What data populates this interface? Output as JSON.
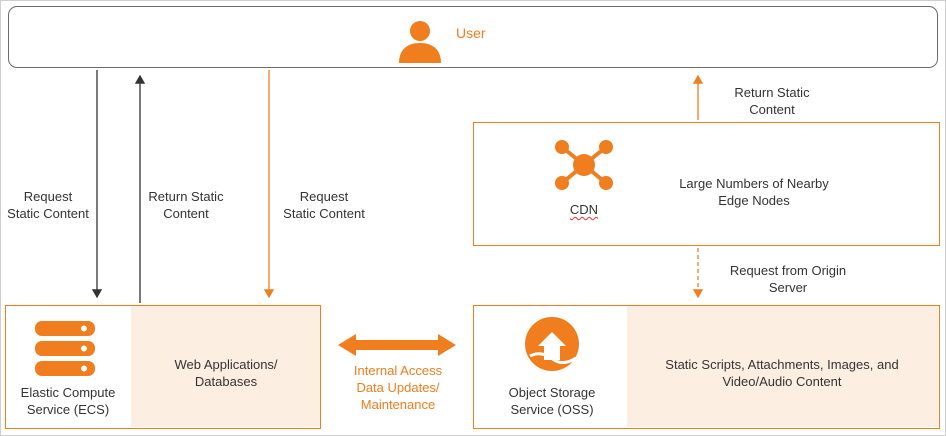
{
  "user": {
    "label": "User"
  },
  "arrows": {
    "ecs_request": [
      "Request",
      "Static Content"
    ],
    "ecs_return": [
      "Return Static",
      "Content"
    ],
    "oss_request": [
      "Request",
      "Static Content"
    ],
    "cdn_return": [
      "Return Static",
      "Content"
    ],
    "origin_request": [
      "Request from Origin",
      "Server"
    ],
    "internal": [
      "Internal Access",
      "Data Updates/",
      "Maintenance"
    ]
  },
  "cdn": {
    "label": "CDN",
    "description": [
      "Large Numbers of Nearby",
      "Edge Nodes"
    ]
  },
  "ecs": {
    "label": [
      "Elastic Compute",
      "Service (ECS)"
    ],
    "description": [
      "Web Applications/",
      "Databases"
    ]
  },
  "oss": {
    "label": [
      "Object Storage",
      "Service (OSS)"
    ],
    "description": [
      "Static Scripts, Attachments, Images, and",
      "Video/Audio Content"
    ]
  },
  "colors": {
    "accent": "#f07d1e",
    "dark_line": "#333333",
    "shade": "#fdeee2"
  }
}
